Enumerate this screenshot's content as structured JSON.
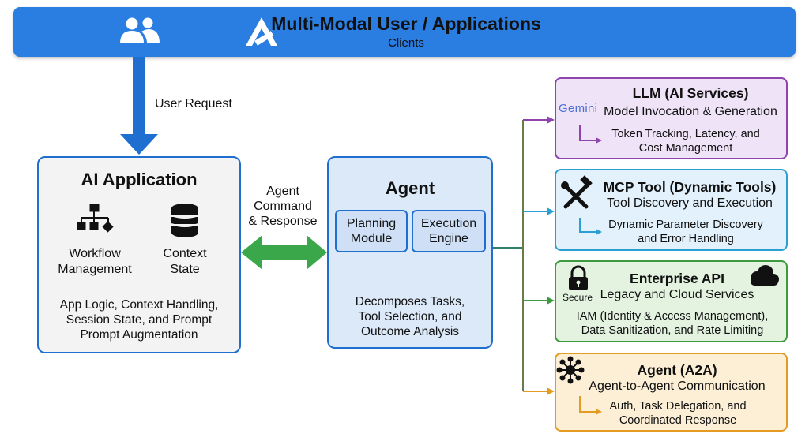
{
  "banner": {
    "title": "Multi-Modal User / Applications",
    "subtitle": "Clients",
    "color": "#2a7de1",
    "icons": [
      "users-icon",
      "logo-icon"
    ]
  },
  "flow": {
    "user_request": "User Request",
    "agent_command": "Agent",
    "agent_command_2": "Command",
    "agent_command_3": "& Response"
  },
  "app": {
    "title": "AI Application",
    "workflow_1": "Workflow",
    "workflow_2": "Management",
    "context_1": "Context",
    "context_2": "State",
    "desc_1": "App Logic, Context Handling,",
    "desc_2": "Session State, and Prompt",
    "desc_3": "Prompt Augmentation",
    "icons": [
      "workflow-icon",
      "database-icon"
    ]
  },
  "agent": {
    "title": "Agent",
    "planning_1": "Planning",
    "planning_2": "Module",
    "execution_1": "Execution",
    "execution_2": "Engine",
    "desc_1": "Decomposes Tasks,",
    "desc_2": "Tool Selection, and",
    "desc_3": "Outcome Analysis"
  },
  "services": {
    "llm": {
      "title": "LLM (AI Services)",
      "sub": "Model Invocation & Generation",
      "detail_1": "Token Tracking, Latency, and",
      "detail_2": "Cost Management",
      "logo": "Gemini",
      "color": "#8e44ad"
    },
    "mcp": {
      "title": "MCP Tool (Dynamic Tools)",
      "sub": "Tool Discovery and Execution",
      "detail_1": "Dynamic Parameter Discovery",
      "detail_2": "and Error Handling",
      "icon": "tools-icon",
      "color": "#2b9fd3"
    },
    "enterprise": {
      "title": "Enterprise API",
      "sub": "Legacy and Cloud Services",
      "detail_1": "IAM (Identity & Access Management),",
      "detail_2": "Data Sanitization, and Rate Limiting",
      "lock_label": "Secure",
      "icons": [
        "lock-icon",
        "cloud-icon"
      ],
      "color": "#3d9a3d"
    },
    "a2a": {
      "title": "Agent (A2A)",
      "sub": "Agent-to-Agent Communication",
      "detail_1": "Auth, Task Delegation, and",
      "detail_2": "Coordinated Response",
      "icon": "network-icon",
      "color": "#e39b21"
    }
  }
}
